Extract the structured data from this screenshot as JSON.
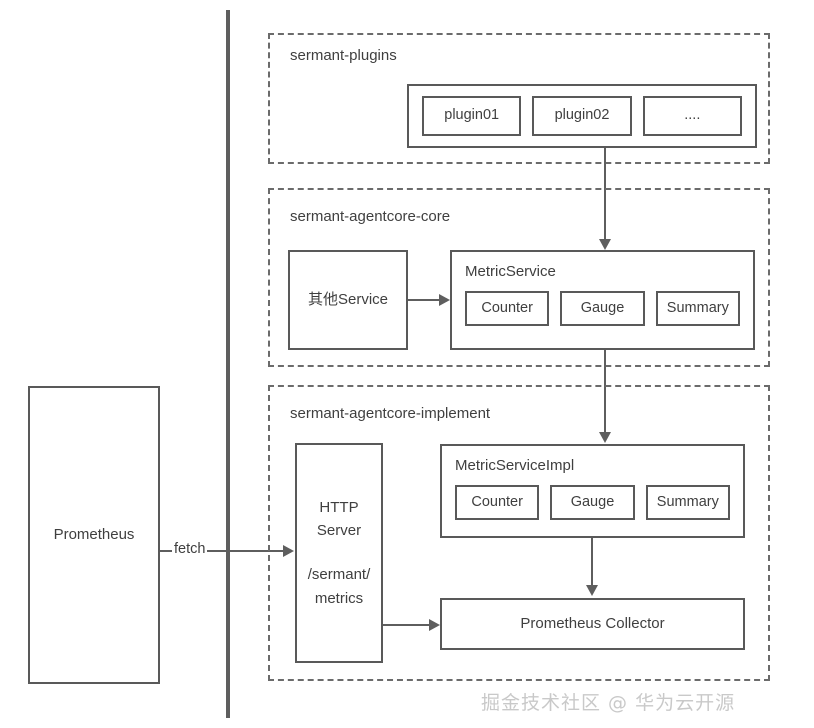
{
  "diagram": {
    "title_watermark": "掘金技术社区 @ 华为云开源",
    "external": {
      "prometheus_label": "Prometheus",
      "fetch_label": "fetch"
    },
    "groups": [
      {
        "id": "sermant-plugins",
        "label": "sermant-plugins",
        "plugins_container": {
          "items": [
            {
              "label": "plugin01"
            },
            {
              "label": "plugin02"
            },
            {
              "label": "...."
            }
          ]
        }
      },
      {
        "id": "sermant-agentcore-core",
        "label": "sermant-agentcore-core",
        "other_service_label": "其他Service",
        "metric_service": {
          "title": "MetricService",
          "metrics": [
            {
              "label": "Counter"
            },
            {
              "label": "Gauge"
            },
            {
              "label": "Summary"
            }
          ]
        }
      },
      {
        "id": "sermant-agentcore-implement",
        "label": "sermant-agentcore-implement",
        "http_server": {
          "line1": "HTTP",
          "line2": "Server",
          "line3": "/sermant/",
          "line4": "metrics"
        },
        "metric_service_impl": {
          "title": "MetricServiceImpl",
          "metrics": [
            {
              "label": "Counter"
            },
            {
              "label": "Gauge"
            },
            {
              "label": "Summary"
            }
          ]
        },
        "collector_label": "Prometheus Collector"
      }
    ],
    "colors": {
      "border": "#595959",
      "dashed_border": "#6b6b6b",
      "connector": "#5e5e5e",
      "text": "#3f3f3f",
      "background": "#ffffff",
      "watermark": "#c9c9c9"
    }
  }
}
